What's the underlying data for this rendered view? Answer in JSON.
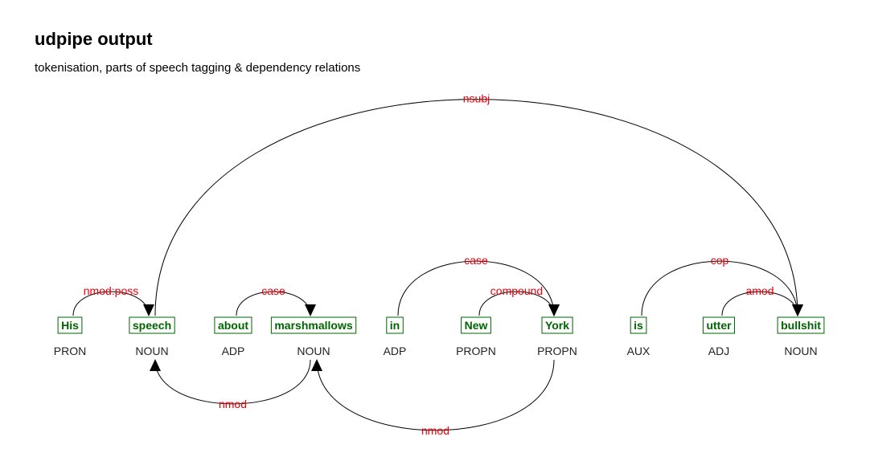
{
  "header": {
    "title": "udpipe output",
    "subtitle": "tokenisation, parts of speech tagging & dependency relations"
  },
  "colors": {
    "token": "#006400",
    "relation": "#e8000b",
    "arc": "#000000",
    "pos": "#222222"
  },
  "tokens": [
    {
      "word": "His",
      "pos": "PRON"
    },
    {
      "word": "speech",
      "pos": "NOUN"
    },
    {
      "word": "about",
      "pos": "ADP"
    },
    {
      "word": "marshmallows",
      "pos": "NOUN"
    },
    {
      "word": "in",
      "pos": "ADP"
    },
    {
      "word": "New",
      "pos": "PROPN"
    },
    {
      "word": "York",
      "pos": "PROPN"
    },
    {
      "word": "is",
      "pos": "AUX"
    },
    {
      "word": "utter",
      "pos": "ADJ"
    },
    {
      "word": "bullshit",
      "pos": "NOUN"
    }
  ],
  "relations": [
    {
      "from": 0,
      "to": 1,
      "label": "nmod:poss",
      "side": "above"
    },
    {
      "from": 2,
      "to": 3,
      "label": "case",
      "side": "above"
    },
    {
      "from": 4,
      "to": 6,
      "label": "case",
      "side": "above"
    },
    {
      "from": 5,
      "to": 6,
      "label": "compound",
      "side": "above"
    },
    {
      "from": 7,
      "to": 9,
      "label": "cop",
      "side": "above"
    },
    {
      "from": 8,
      "to": 9,
      "label": "amod",
      "side": "above"
    },
    {
      "from": 1,
      "to": 9,
      "label": "nsubj",
      "side": "above"
    },
    {
      "from": 3,
      "to": 1,
      "label": "nmod",
      "side": "below"
    },
    {
      "from": 6,
      "to": 3,
      "label": "nmod",
      "side": "below"
    }
  ]
}
